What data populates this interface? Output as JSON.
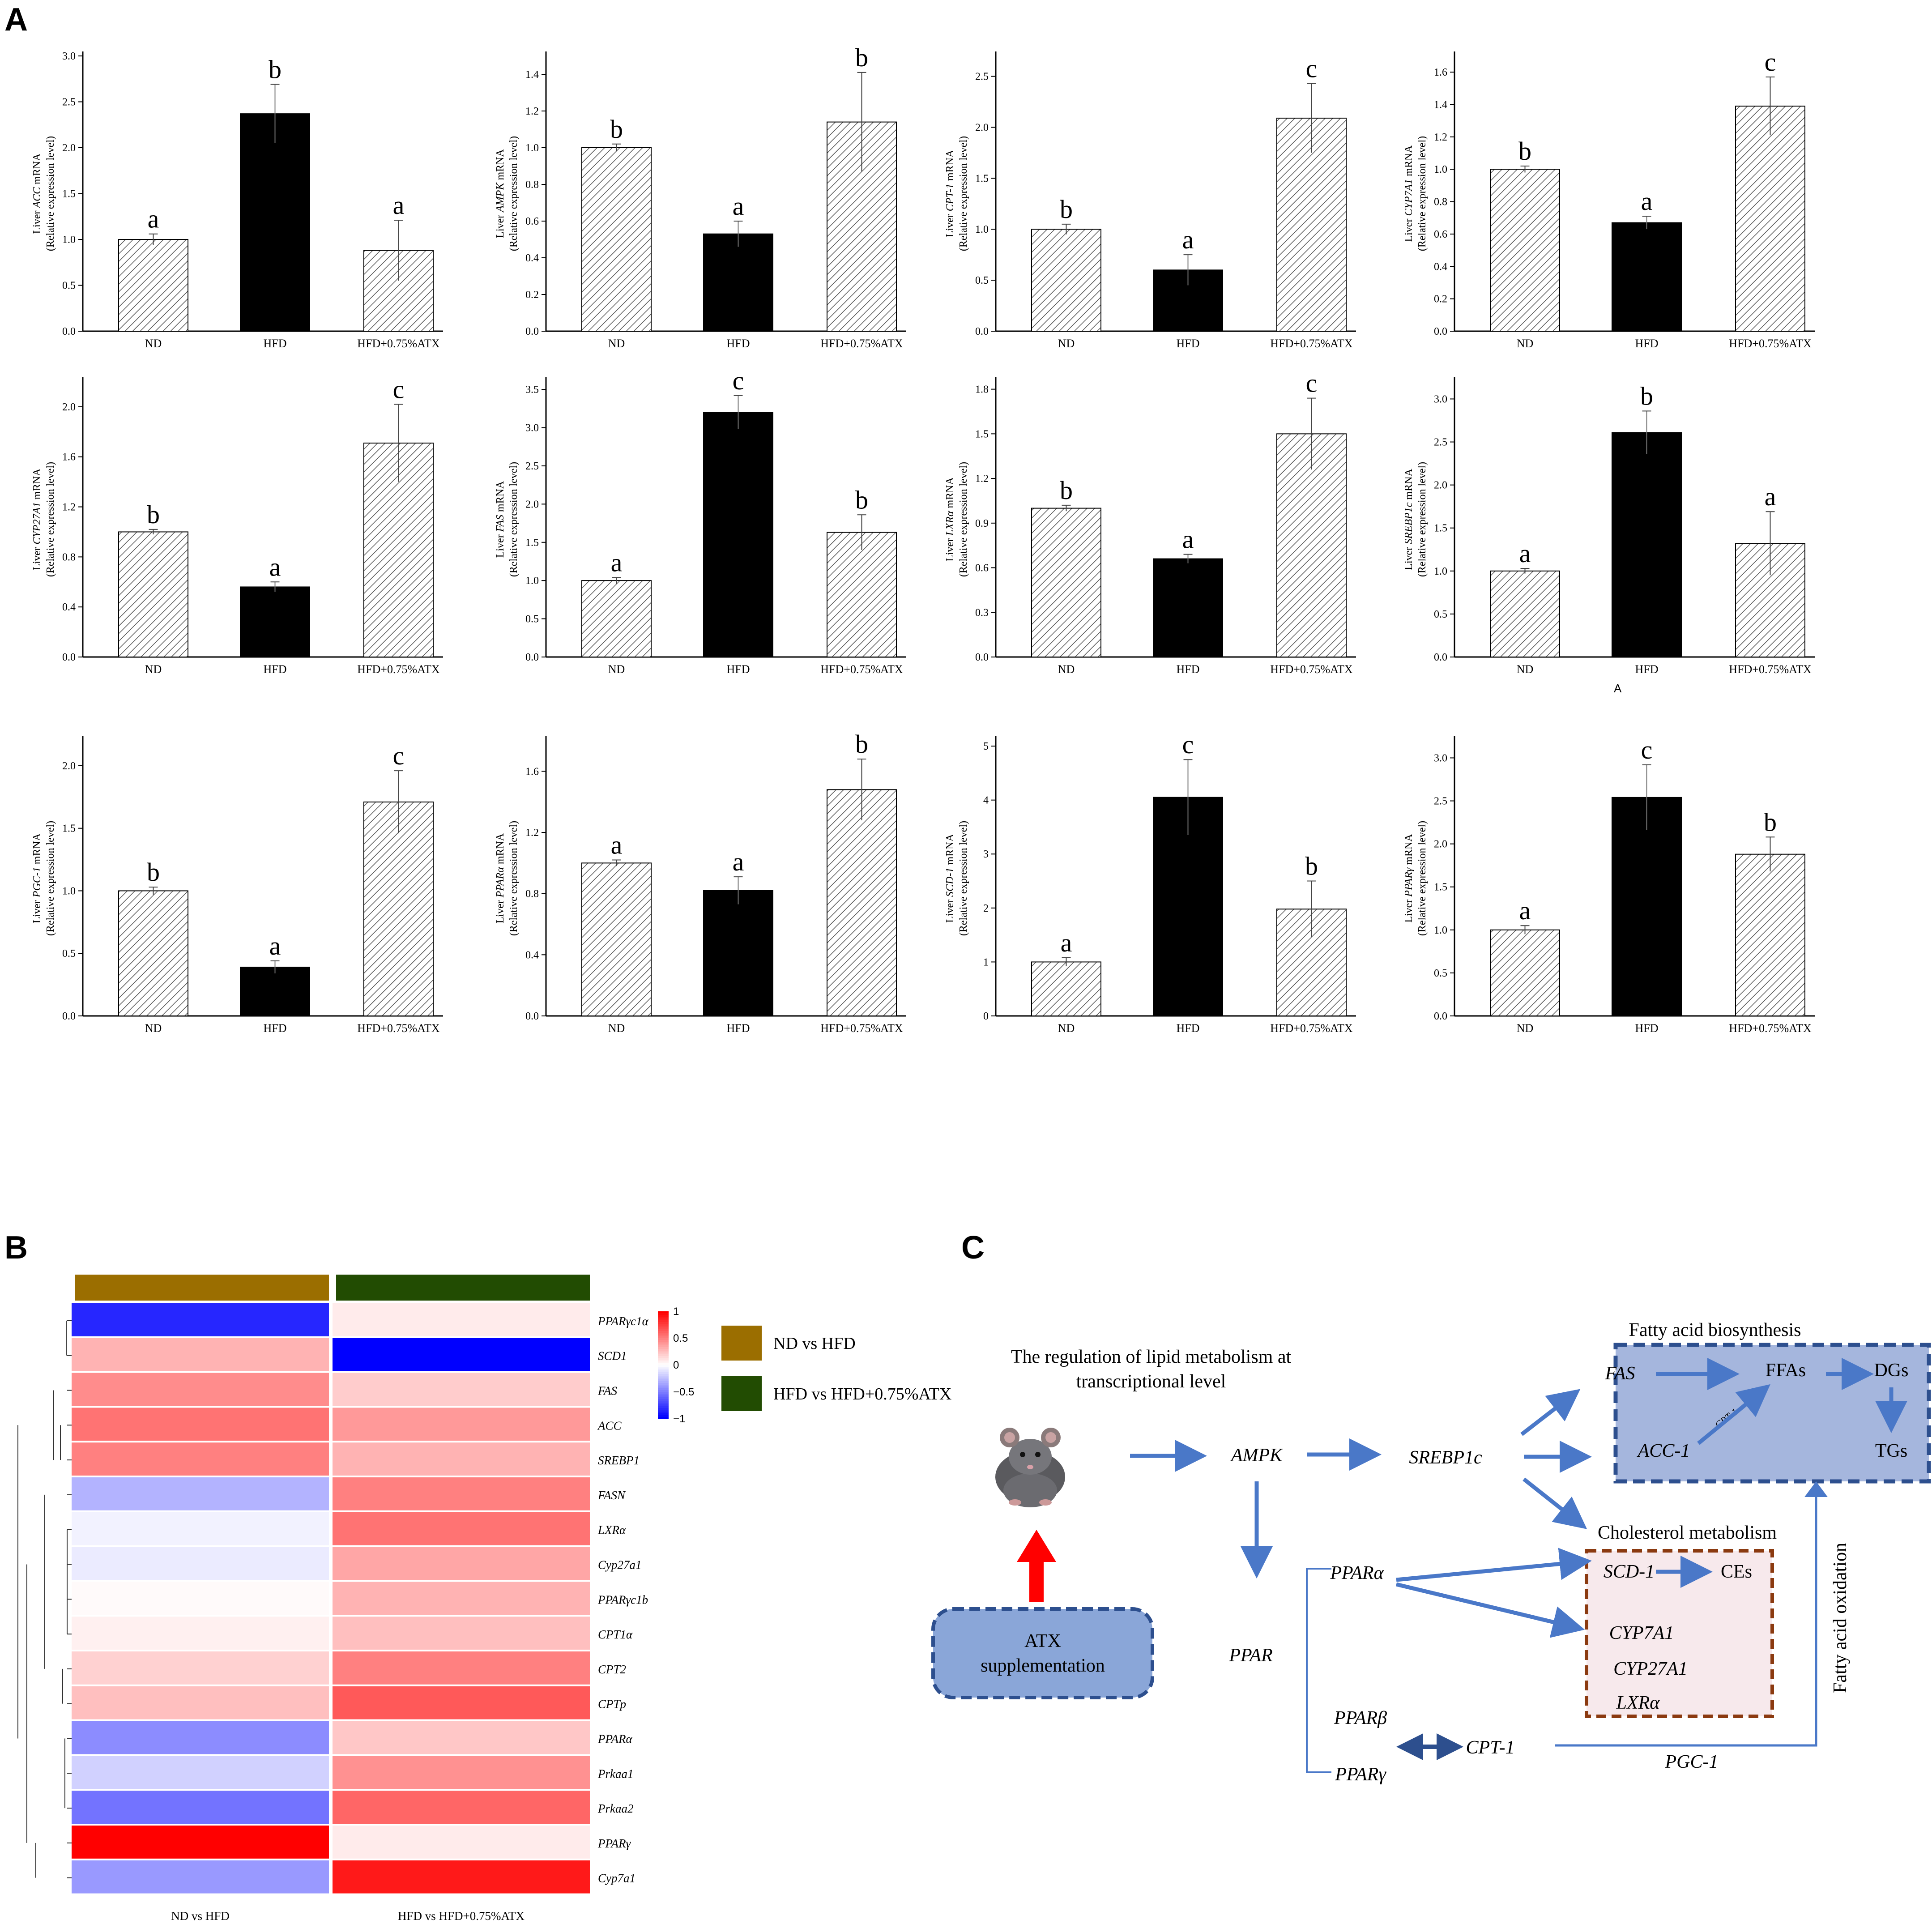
{
  "panels": {
    "a": "A",
    "b": "B",
    "c": "C",
    "stray_label": "A"
  },
  "colors": {
    "arrow": "#4a78c8",
    "dark_arrow": "#2d4f8e",
    "red_arrow": "#ff0000",
    "hfd_bar": "#000000",
    "legend_nd_hfd": "#9b6e00",
    "legend_hfd_atx": "#224c02",
    "heat_high": "#ff0000",
    "heat_low": "#0000ff"
  },
  "chart_data": [
    {
      "type": "bar",
      "categories": [
        "ND",
        "HFD",
        "HFD+0.75%ATX"
      ],
      "values": [
        1.0,
        2.37,
        0.88
      ],
      "errors": [
        0.06,
        0.32,
        0.33
      ],
      "letters": [
        "a",
        "b",
        "a"
      ],
      "ylabel_pre": "Liver ",
      "gene": "ACC",
      "ylabel_post": " mRNA",
      "ylabel2": "(Relative expression level)",
      "ylim": [
        0,
        3.0
      ],
      "ticks": [
        "0.0",
        "0.5",
        "1.0",
        "1.5",
        "2.0",
        "2.5",
        "3.0"
      ]
    },
    {
      "type": "bar",
      "categories": [
        "ND",
        "HFD",
        "HFD+0.75%ATX"
      ],
      "values": [
        1.0,
        0.53,
        1.14
      ],
      "errors": [
        0.02,
        0.07,
        0.27
      ],
      "letters": [
        "b",
        "a",
        "b"
      ],
      "ylabel_pre": "Liver ",
      "gene": "AMPK",
      "ylabel_post": " mRNA",
      "ylabel2": "(Relative expression level)",
      "ylim": [
        0,
        1.5
      ],
      "ticks": [
        "0.0",
        "0.2",
        "0.4",
        "0.6",
        "0.8",
        "1.0",
        "1.2",
        "1.4"
      ]
    },
    {
      "type": "bar",
      "categories": [
        "ND",
        "HFD",
        "HFD+0.75%ATX"
      ],
      "values": [
        1.0,
        0.6,
        2.09
      ],
      "errors": [
        0.05,
        0.15,
        0.34
      ],
      "letters": [
        "b",
        "a",
        "c"
      ],
      "ylabel_pre": "Liver ",
      "gene": "CPT-1",
      "ylabel_post": " mRNA",
      "ylabel2": "(Relative expression level)",
      "ylim": [
        0,
        2.7
      ],
      "ticks": [
        "0.0",
        "0.5",
        "1.0",
        "1.5",
        "2.0",
        "2.5"
      ]
    },
    {
      "type": "bar",
      "categories": [
        "ND",
        "HFD",
        "HFD+0.75%ATX"
      ],
      "values": [
        1.0,
        0.67,
        1.39
      ],
      "errors": [
        0.02,
        0.04,
        0.18
      ],
      "letters": [
        "b",
        "a",
        "c"
      ],
      "ylabel_pre": "Liver ",
      "gene": "CYP7A1",
      "ylabel_post": " mRNA",
      "ylabel2": "(Relative expression level)",
      "ylim": [
        0,
        1.7
      ],
      "ticks": [
        "0.0",
        "0.2",
        "0.4",
        "0.6",
        "0.8",
        "1.0",
        "1.2",
        "1.4",
        "1.6"
      ]
    },
    {
      "type": "bar",
      "categories": [
        "ND",
        "HFD",
        "HFD+0.75%ATX"
      ],
      "values": [
        1.0,
        0.56,
        1.71
      ],
      "errors": [
        0.02,
        0.04,
        0.31
      ],
      "letters": [
        "b",
        "a",
        "c"
      ],
      "ylabel_pre": "Liver ",
      "gene": "CYP27A1",
      "ylabel_post": " mRNA",
      "ylabel2": "(Relative expression level)",
      "ylim": [
        0,
        2.2
      ],
      "ticks": [
        "0.0",
        "0.4",
        "0.8",
        "1.2",
        "1.6",
        "2.0"
      ]
    },
    {
      "type": "bar",
      "categories": [
        "ND",
        "HFD",
        "HFD+0.75%ATX"
      ],
      "values": [
        1.0,
        3.2,
        1.63
      ],
      "errors": [
        0.04,
        0.22,
        0.23
      ],
      "letters": [
        "a",
        "c",
        "b"
      ],
      "ylabel_pre": "Liver ",
      "gene": "FAS",
      "ylabel_post": " mRNA",
      "ylabel2": "(Relative expression level)",
      "ylim": [
        0,
        3.6
      ],
      "ticks": [
        "0.0",
        "0.5",
        "1.0",
        "1.5",
        "2.0",
        "2.5",
        "3.0",
        "3.5"
      ]
    },
    {
      "type": "bar",
      "categories": [
        "ND",
        "HFD",
        "HFD+0.75%ATX"
      ],
      "values": [
        1.0,
        0.66,
        1.5
      ],
      "errors": [
        0.02,
        0.03,
        0.24
      ],
      "letters": [
        "b",
        "a",
        "c"
      ],
      "ylabel_pre": "Liver ",
      "gene": "LXRα",
      "ylabel_post": " mRNA",
      "ylabel2": "(Relative expression level)",
      "ylim": [
        0,
        1.85
      ],
      "ticks": [
        "0.0",
        "0.3",
        "0.6",
        "0.9",
        "1.2",
        "1.5",
        "1.8"
      ]
    },
    {
      "type": "bar",
      "categories": [
        "ND",
        "HFD",
        "HFD+0.75%ATX"
      ],
      "values": [
        1.0,
        2.61,
        1.32
      ],
      "errors": [
        0.03,
        0.25,
        0.37
      ],
      "letters": [
        "a",
        "b",
        "a"
      ],
      "ylabel_pre": "Liver ",
      "gene": "SREBP1c",
      "ylabel_post": " mRNA",
      "ylabel2": "(Relative expression level)",
      "ylim": [
        0,
        3.2
      ],
      "ticks": [
        "0.0",
        "0.5",
        "1.0",
        "1.5",
        "2.0",
        "2.5",
        "3.0"
      ]
    },
    {
      "type": "bar",
      "categories": [
        "ND",
        "HFD",
        "HFD+0.75%ATX"
      ],
      "values": [
        1.0,
        0.39,
        1.71
      ],
      "errors": [
        0.03,
        0.05,
        0.25
      ],
      "letters": [
        "b",
        "a",
        "c"
      ],
      "ylabel_pre": "Liver ",
      "gene": "PGC-1",
      "ylabel_post": " mRNA",
      "ylabel2": "(Relative expression level)",
      "ylim": [
        0,
        2.2
      ],
      "ticks": [
        "0.0",
        "0.5",
        "1.0",
        "1.5",
        "2.0"
      ]
    },
    {
      "type": "bar",
      "categories": [
        "ND",
        "HFD",
        "HFD+0.75%ATX"
      ],
      "values": [
        1.0,
        0.82,
        1.48
      ],
      "errors": [
        0.02,
        0.09,
        0.2
      ],
      "letters": [
        "a",
        "a",
        "b"
      ],
      "ylabel_pre": "Liver ",
      "gene": "PPARα",
      "ylabel_post": " mRNA",
      "ylabel2": "(Relative expression level)",
      "ylim": [
        0,
        1.8
      ],
      "ticks": [
        "0.0",
        "0.4",
        "0.8",
        "1.2",
        "1.6"
      ]
    },
    {
      "type": "bar",
      "categories": [
        "ND",
        "HFD",
        "HFD+0.75%ATX"
      ],
      "values": [
        1.0,
        4.05,
        1.98
      ],
      "errors": [
        0.08,
        0.7,
        0.52
      ],
      "letters": [
        "a",
        "c",
        "b"
      ],
      "ylabel_pre": "Liver ",
      "gene": "SCD-1",
      "ylabel_post": " mRNA",
      "ylabel2": "(Relative expression level)",
      "ylim": [
        0,
        5.1
      ],
      "ticks": [
        "0",
        "1",
        "2",
        "3",
        "4",
        "5"
      ]
    },
    {
      "type": "bar",
      "categories": [
        "ND",
        "HFD",
        "HFD+0.75%ATX"
      ],
      "values": [
        1.0,
        2.54,
        1.88
      ],
      "errors": [
        0.05,
        0.38,
        0.2
      ],
      "letters": [
        "a",
        "c",
        "b"
      ],
      "ylabel_pre": "Liver ",
      "gene": "PPARγ",
      "ylabel_post": " mRNA",
      "ylabel2": "(Relative expression level)",
      "ylim": [
        0,
        3.2
      ],
      "ticks": [
        "0.0",
        "0.5",
        "1.0",
        "1.5",
        "2.0",
        "2.5",
        "3.0"
      ]
    },
    {
      "type": "heatmap",
      "columns": [
        "ND vs HFD",
        "HFD vs HFD+0.75%ATX"
      ],
      "rows": [
        "PPARγc1α",
        "SCD1",
        "FAS",
        "ACC",
        "SREBP1",
        "FASN",
        "LXRα",
        "Cyp27a1",
        "PPARγc1b",
        "CPT1α",
        "CPT2",
        "CPTp",
        "PPARα",
        "Prkaa1",
        "Prkaa2",
        "PPARγ",
        "Cyp7a1"
      ],
      "values": [
        [
          -0.85,
          0.08
        ],
        [
          0.3,
          -1.0
        ],
        [
          0.45,
          0.2
        ],
        [
          0.55,
          0.4
        ],
        [
          0.5,
          0.3
        ],
        [
          -0.3,
          0.5
        ],
        [
          -0.05,
          0.55
        ],
        [
          -0.08,
          0.35
        ],
        [
          0.02,
          0.3
        ],
        [
          0.06,
          0.25
        ],
        [
          0.18,
          0.5
        ],
        [
          0.25,
          0.65
        ],
        [
          -0.45,
          0.22
        ],
        [
          -0.18,
          0.43
        ],
        [
          -0.55,
          0.6
        ],
        [
          1.0,
          0.08
        ],
        [
          -0.4,
          0.9
        ]
      ],
      "colorbar": {
        "ticks": [
          "1",
          "0.5",
          "0",
          "−0.5",
          "−1"
        ],
        "range": [
          -1,
          1
        ]
      },
      "legend": [
        "ND vs HFD",
        "HFD vs HFD+0.75%ATX"
      ]
    }
  ],
  "diagram": {
    "title_line1": "The regulation of lipid metabolism at",
    "title_line2": "transcriptional level",
    "atx_line1": "ATX",
    "atx_line2": "supplementation",
    "ampk": "AMPK",
    "srebp1c": "SREBP1c",
    "ppar": "PPAR",
    "ppara": "PPARα",
    "pparb": "PPARβ",
    "pparg": "PPARγ",
    "cpt1": "CPT-1",
    "pgc1": "PGC-1",
    "fab_title": "Fatty acid biosynthesis",
    "fas": "FAS",
    "ffas": "FFAs",
    "dgs": "DGs",
    "tgs": "TGs",
    "acc1": "ACC-1",
    "cpt1_small": "CPT-1",
    "chol_title": "Cholesterol metabolism",
    "scd1": "SCD-1",
    "ces": "CEs",
    "cyp7a1": "CYP7A1",
    "cyp27a1": "CYP27A1",
    "lxra": "LXRα",
    "fao": "Fatty acid oxidation"
  }
}
